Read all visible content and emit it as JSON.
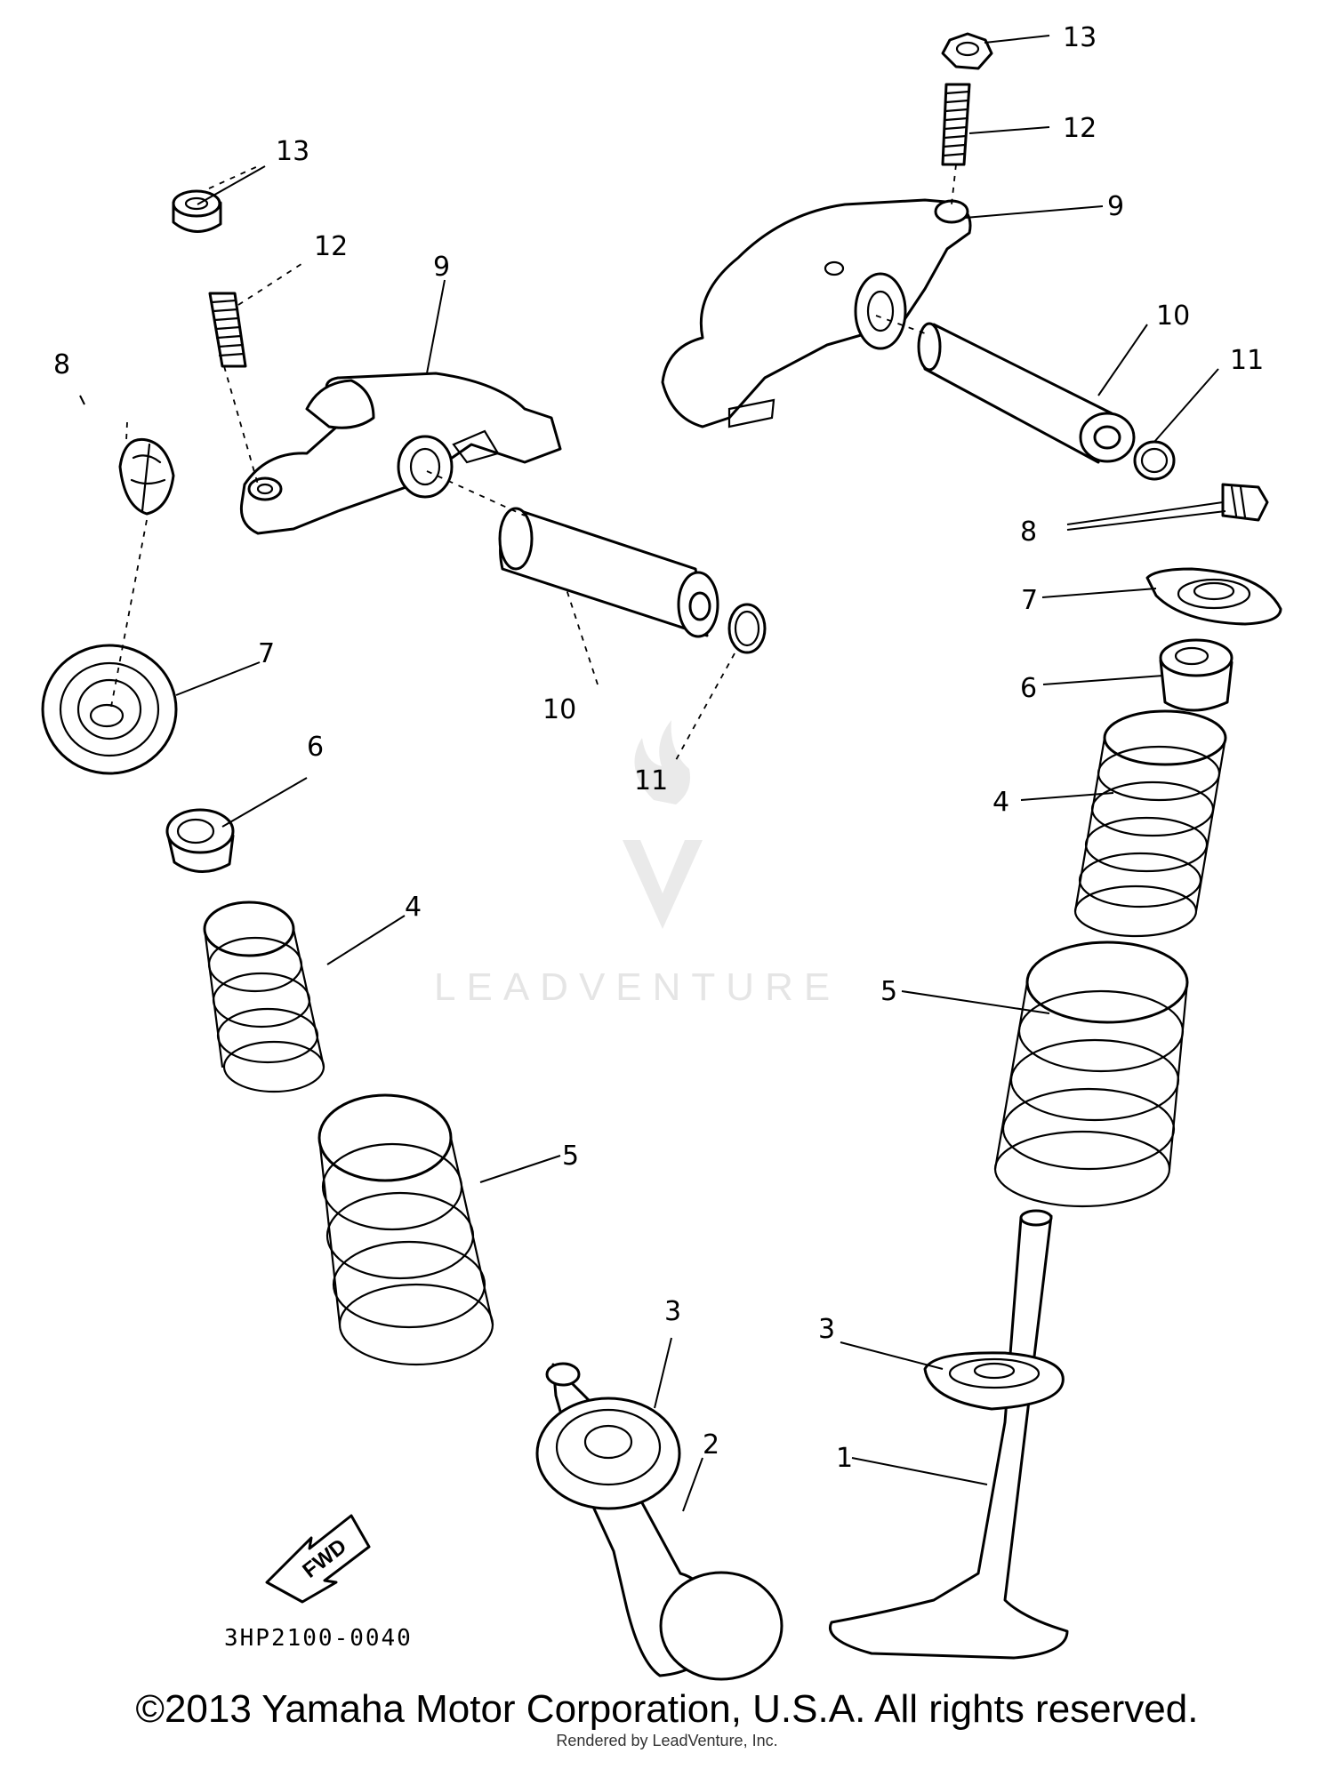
{
  "diagram": {
    "drawing_code": "3HP2100-0040",
    "fwd_label": "FWD",
    "watermark": "LEADVENTURE",
    "callouts": {
      "c1": "1",
      "c2": "2",
      "c3a": "3",
      "c3b": "3",
      "c4a": "4",
      "c4b": "4",
      "c5a": "5",
      "c5b": "5",
      "c6a": "6",
      "c6b": "6",
      "c7a": "7",
      "c7b": "7",
      "c8a": "8",
      "c8b": "8",
      "c9a": "9",
      "c9b": "9",
      "c10a": "10",
      "c10b": "10",
      "c11a": "11",
      "c11b": "11",
      "c12a": "12",
      "c12b": "12",
      "c13a": "13",
      "c13b": "13"
    }
  },
  "footer": {
    "copyright": "©2013 Yamaha Motor Corporation, U.S.A. All rights reserved.",
    "rendered_by": "Rendered by LeadVenture, Inc."
  }
}
